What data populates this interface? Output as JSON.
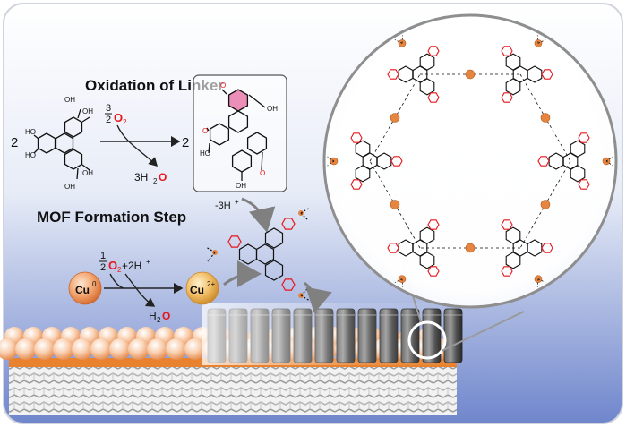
{
  "headings": {
    "oxidation": "Oxidation of Linker",
    "mof_step": "MOF Formation Step"
  },
  "oxidation": {
    "left_coeff": "2",
    "right_coeff": "2",
    "o2_num": "3",
    "o2_den": "2",
    "o2_symbol": "O",
    "o2_sub": "2",
    "water_prefix": "3H",
    "water_sub": "2",
    "water_o": "O",
    "hydroxyl": "OH",
    "hydroxyl_left": "HO",
    "carbonyl_o": "O",
    "released_protons": "-3H",
    "released_charge": "+"
  },
  "mof_step": {
    "cu0": "Cu",
    "cu0_sup": "0",
    "cu2": "Cu",
    "cu2_sup": "2+",
    "o2_num": "1",
    "o2_den": "2",
    "o2_symbol": "O",
    "o2_sub": "2",
    "proton_term": "+2H",
    "proton_charge": "+",
    "water_h": "H",
    "water_sub": "2",
    "water_o": "O"
  },
  "network": {
    "metal": "Cu",
    "oxygen": "O"
  },
  "colors": {
    "oxygen_red": "#e8161b",
    "copper_orange": "#e5853f",
    "highlight_pink": "#ec8fb8",
    "background_blue": "#6f86cc"
  }
}
